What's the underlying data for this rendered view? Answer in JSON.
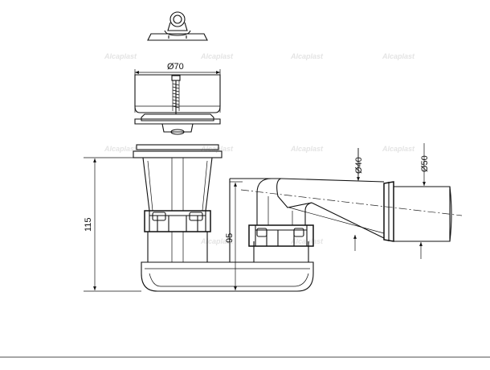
{
  "dimensions": {
    "diameter_top": "Ø70",
    "height_total": "115",
    "height_inner": "95",
    "diameter_outlet_small": "Ø40",
    "diameter_outlet_large": "Ø50"
  },
  "watermark": {
    "text": "Alcaplast",
    "color": "#e4e4e4"
  }
}
